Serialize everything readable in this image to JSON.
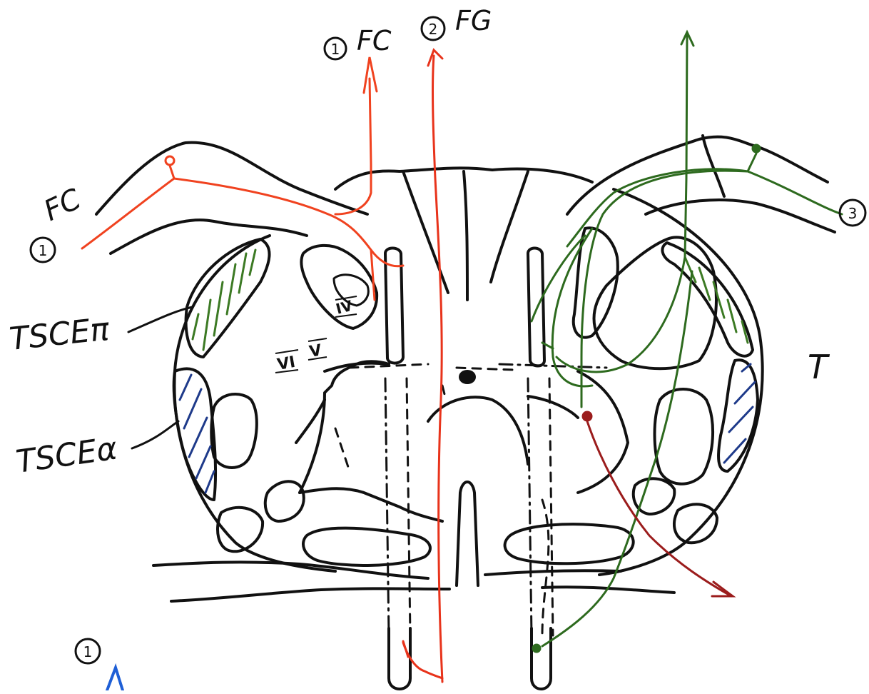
{
  "labels": {
    "circled_1_top": "1",
    "fc_top": "FC",
    "circled_2_top": "2",
    "fg_top": "FG",
    "circled_1_left": "1",
    "fc_left": "FC",
    "tsce_pi": "TSCEπ",
    "tsce_alpha": "TSCEα",
    "lamina_iv": "IV",
    "lamina_vi": "VI",
    "lamina_v": "V",
    "circled_3_right": "3",
    "t_label": "T",
    "circled_1_bottom": "1"
  },
  "colors": {
    "ink": "#111111",
    "orange_red": "#f0421f",
    "red": "#e8331b",
    "dark_green": "#2d6a1e",
    "hatch_green": "#3c7a24",
    "hatch_blue": "#1e3a8a",
    "dark_red": "#9b1c1c",
    "blue": "#1f5fd6"
  }
}
